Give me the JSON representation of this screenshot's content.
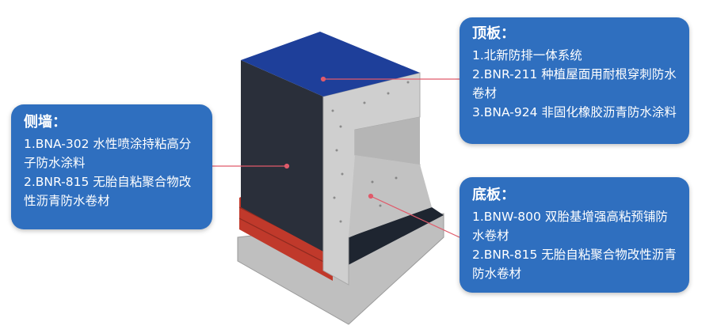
{
  "callouts": {
    "side": {
      "title": "侧墙：",
      "lines": [
        "1.BNA-302 水性喷涂持粘高分子防水涂料",
        "2.BNR-815 无胎自粘聚合物改性沥青防水卷材"
      ]
    },
    "top": {
      "title": "顶板：",
      "lines": [
        "1.北新防排一体系统",
        "2.BNR-211 种植屋面用耐根穿刺防水卷材",
        "3.BNA-924 非固化橡胶沥青防水涂料"
      ]
    },
    "bottom": {
      "title": "底板：",
      "lines": [
        "1.BNW-800 双胎基增强高粘预铺防水卷材",
        "2.BNR-815 无胎自粘聚合物改性沥青防水卷材"
      ]
    }
  },
  "colors": {
    "callout_bg": "#2f6fbf",
    "membrane_top": "#1e3f9a",
    "membrane_wall": "#2a2f3a",
    "concrete": "#c9c9c9",
    "brick": "#c0392b",
    "pointer": "#e05a6a"
  }
}
